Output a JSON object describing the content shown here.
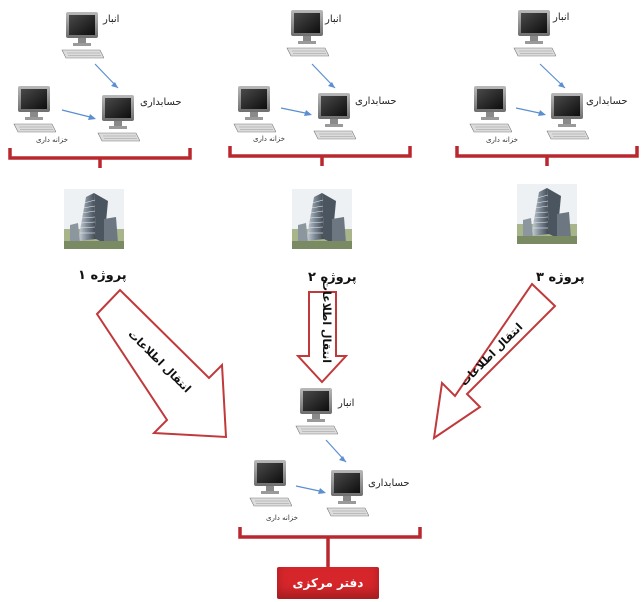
{
  "sites": [
    {
      "id": "project-1",
      "anbar_label": "انبار",
      "hesabdari_label": "حسابداری",
      "khazane_label": "خزانه داری",
      "project_label": "پروژه ۱",
      "arrow_label": "انتقال اطلاعات"
    },
    {
      "id": "project-2",
      "anbar_label": "انبار",
      "hesabdari_label": "حسابداری",
      "khazane_label": "خزانه داری",
      "project_label": "پروژه ۲",
      "arrow_label": "انتقال اطلاعات"
    },
    {
      "id": "project-3",
      "anbar_label": "انبار",
      "hesabdari_label": "حسابداری",
      "khazane_label": "خزانه داری",
      "project_label": "پروژه ۳",
      "arrow_label": "انتقال اطلاعات"
    }
  ],
  "central": {
    "anbar_label": "انبار",
    "hesabdari_label": "حسابداری",
    "khazane_label": "خزانه داری",
    "office_label": "دفتر مرکزی"
  },
  "colors": {
    "bracket": "#b8282e",
    "arrow_outline": "#c0393b",
    "arrow_fill": "#ffffff",
    "link": "#5b8fd1",
    "office_bg": "#d7262b"
  }
}
